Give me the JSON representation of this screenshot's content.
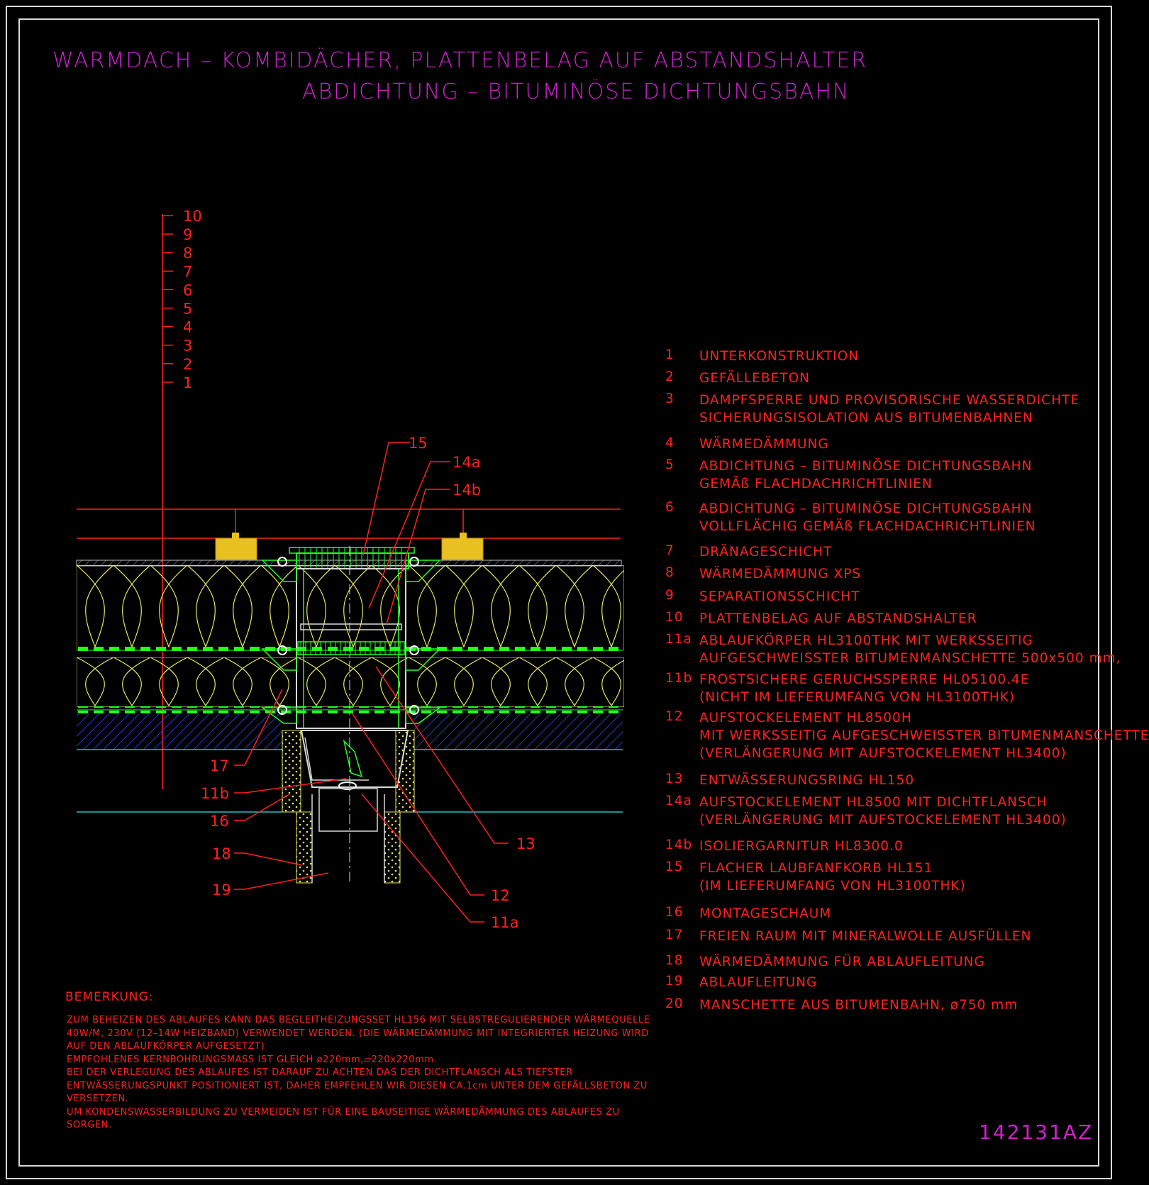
{
  "title": {
    "line1": "WARMDACH – KOMBIDÄCHER, PLATTENBELAG AUF ABSTANDSHALTER",
    "line2": "ABDICHTUNG – BITUMINÖSE DICHTUNGSBAHN"
  },
  "layer_scale": [
    "10",
    "9",
    "8",
    "7",
    "6",
    "5",
    "4",
    "3",
    "2",
    "1"
  ],
  "callouts": {
    "c15": "15",
    "c14a": "14a",
    "c14b": "14b",
    "c17": "17",
    "c11b": "11b",
    "c16": "16",
    "c18": "18",
    "c19": "19",
    "c13": "13",
    "c12": "12",
    "c11a": "11a"
  },
  "legend": [
    {
      "num": "1",
      "lines": [
        "UNTERKONSTRUKTION"
      ]
    },
    {
      "num": "2",
      "lines": [
        "GEFÄLLEBETON"
      ]
    },
    {
      "num": "3",
      "lines": [
        "DAMPFSPERRE UND PROVISORISCHE WASSERDICHTE",
        "SICHERUNGSISOLATION AUS BITUMENBAHNEN"
      ]
    },
    {
      "num": "4",
      "lines": [
        "WÄRMEDÄMMUNG"
      ]
    },
    {
      "num": "5",
      "lines": [
        "ABDICHTUNG – BITUMINÖSE DICHTUNGSBAHN",
        "GEMÄß FLACHDACHRICHTLINIEN"
      ]
    },
    {
      "num": "6",
      "lines": [
        "ABDICHTUNG – BITUMINÖSE DICHTUNGSBAHN",
        "VOLLFLÄCHIG GEMÄß FLACHDACHRICHTLINIEN"
      ]
    },
    {
      "num": "7",
      "lines": [
        "DRÄNAGESCHICHT"
      ]
    },
    {
      "num": "8",
      "lines": [
        "WÄRMEDÄMMUNG XPS"
      ]
    },
    {
      "num": "9",
      "lines": [
        "SEPARATIONSSCHICHT"
      ]
    },
    {
      "num": "10",
      "lines": [
        "PLATTENBELAG AUF ABSTANDSHALTER"
      ]
    },
    {
      "num": "11a",
      "lines": [
        "ABLAUFKÖRPER HL3100THK MIT WERKSSEITIG",
        "AUFGESCHWEISSTER BITUMENMANSCHETTE 500x500 mm,"
      ]
    },
    {
      "num": "11b",
      "lines": [
        "FROSTSICHERE GERUCHSSPERRE HL05100.4E",
        "(NICHT IM LIEFERUMFANG VON HL3100THK)"
      ]
    },
    {
      "num": "12",
      "lines": [
        "AUFSTOCKELEMENT HL8500H",
        "MIT WERKSSEITIG AUFGESCHWEISSTER BITUMENMANSCHETTE",
        "(VERLÄNGERUNG MIT AUFSTOCKELEMENT HL3400)"
      ]
    },
    {
      "num": "13",
      "lines": [
        "ENTWÄSSERUNGSRING HL150"
      ]
    },
    {
      "num": "14a",
      "lines": [
        "AUFSTOCKELEMENT HL8500 MIT DICHTFLANSCH",
        "(VERLÄNGERUNG MIT AUFSTOCKELEMENT HL3400)"
      ]
    },
    {
      "num": "14b",
      "lines": [
        "ISOLIERGARNITUR HL8300.0"
      ]
    },
    {
      "num": "15",
      "lines": [
        "FLACHER LAUBFANFKORB HL151",
        "(IM LIEFERUMFANG VON HL3100THK)"
      ]
    },
    {
      "num": "16",
      "lines": [
        "MONTAGESCHAUM"
      ]
    },
    {
      "num": "17",
      "lines": [
        "FREIEN RAUM MIT MINERALWOLLE AUSFÜLLEN"
      ]
    },
    {
      "num": "18",
      "lines": [
        "WÄRMEDÄMMUNG FÜR ABLAUFLEITUNG"
      ]
    },
    {
      "num": "19",
      "lines": [
        "ABLAUFLEITUNG"
      ]
    },
    {
      "num": "20",
      "lines": [
        "MANSCHETTE AUS BITUMENBAHN, ø750 mm"
      ]
    }
  ],
  "remarks": {
    "title": "BEMERKUNG:",
    "lines": [
      "ZUM BEHEIZEN DES ABLAUFES KANN DAS BEGLEITHEIZUNGSSET HL156 MIT SELBSTREGULIERENDER WÄRMEQUELLE",
      "40W/M, 230V (12–14W HEIZBAND) VERWENDET WERDEN. (DIE WÄRMEDÄMMUNG MIT INTEGRIERTER HEIZUNG WIRD",
      "AUF DEN ABLAUFKÖRPER AUFGESETZT)",
      "EMPFOHLENES KERNBOHRUNGSMASS IST GLEICH ø220mm,▱220x220mm.",
      "BEI DER VERLEGUNG DES ABLAUFES IST DARAUF ZU ACHTEN DAS DER DICHTFLANSCH ALS TIEFSTER",
      "ENTWÄSSERUNGSPUNKT POSITIONIERT IST, DAHER EMPFEHLEN WIR DIESEN CA.1cm UNTER DEM GEFÄLLSBETON ZU",
      "VERSETZEN.",
      "UM KONDENSWASSERBILDUNG ZU VERMEIDEN IST FÜR EINE BAUSEITIGE WÄRMEDÄMMUNG DES ABLAUFES ZU",
      "SORGEN."
    ]
  },
  "drawing_number": "142131AZ",
  "colors": {
    "title": "#d020d0",
    "text": "#ff2020",
    "insulation": "#e8e860",
    "membrane": "#20ff20",
    "concrete": "#2040c0",
    "cyan": "#20c0c0",
    "frame": "#d8d8d8"
  }
}
